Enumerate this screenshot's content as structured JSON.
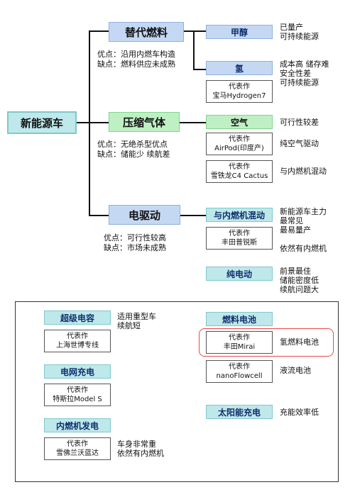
{
  "root": {
    "label": "新能源车"
  },
  "branches": [
    {
      "label": "替代燃料",
      "pros": "优点：沿用内燃车构造",
      "cons": "缺点：燃料供应未成熟",
      "subs": [
        {
          "label": "甲醇",
          "notes": [
            "已量产",
            "可持续能源"
          ]
        },
        {
          "label": "氢",
          "notes": [
            "成本高 储存难",
            "安全性差",
            "可持续能源"
          ],
          "rep": [
            "代表作",
            "宝马Hydrogen7"
          ]
        }
      ]
    },
    {
      "label": "压缩气体",
      "pros": "优点：无绝杀型优点",
      "cons": "缺点：储能少 续航差",
      "subs": [
        {
          "label": "空气",
          "notes": [
            "可行性较差"
          ]
        },
        {
          "rep": [
            "代表作",
            "AirPod(印度产)"
          ],
          "notes": [
            "纯空气驱动"
          ]
        },
        {
          "rep": [
            "代表作",
            "雪铁龙C4 Cactus"
          ],
          "notes": [
            "与内燃机混动"
          ]
        }
      ]
    },
    {
      "label": "电驱动",
      "pros": "优点：可行性较高",
      "cons": "缺点：市场未成熟",
      "subs": [
        {
          "label": "与内燃机混动",
          "notes": [
            "新能源车主力",
            "最常见",
            "最易量产"
          ]
        },
        {
          "rep": [
            "代表作",
            "丰田普锐斯"
          ],
          "notes": [
            "依然有内燃机"
          ]
        },
        {
          "label": "纯电动",
          "notes": [
            "前景最佳",
            "储能密度低",
            "续航问题大"
          ]
        }
      ]
    }
  ],
  "pure_ev": {
    "left": [
      {
        "label": "超级电容",
        "notes": [
          "适用重型车",
          "续航短"
        ],
        "rep": [
          "代表作",
          "上海世博专线"
        ]
      },
      {
        "label": "电网充电",
        "rep": [
          "代表作",
          "特斯拉Model S"
        ]
      },
      {
        "label": "内燃机发电",
        "notes": [
          "车身非常重",
          "依然有内燃机"
        ],
        "rep": [
          "代表作",
          "雪佛兰沃蓝达"
        ]
      }
    ],
    "right": [
      {
        "label": "燃料电池",
        "rep": [
          "代表作",
          "丰田Mirai"
        ],
        "rep_note": "氢燃料电池",
        "rep2": [
          "代表作",
          "nanoFlowcell"
        ],
        "rep2_note": "液流电池"
      },
      {
        "label": "太阳能充电",
        "notes": [
          "充能效率低"
        ]
      }
    ]
  },
  "colors": {
    "main_fill": "#bfe8ea",
    "sub_fill": "#c5d8f3",
    "air_fill": "#bff0c4",
    "highlight": "#e8494c"
  }
}
